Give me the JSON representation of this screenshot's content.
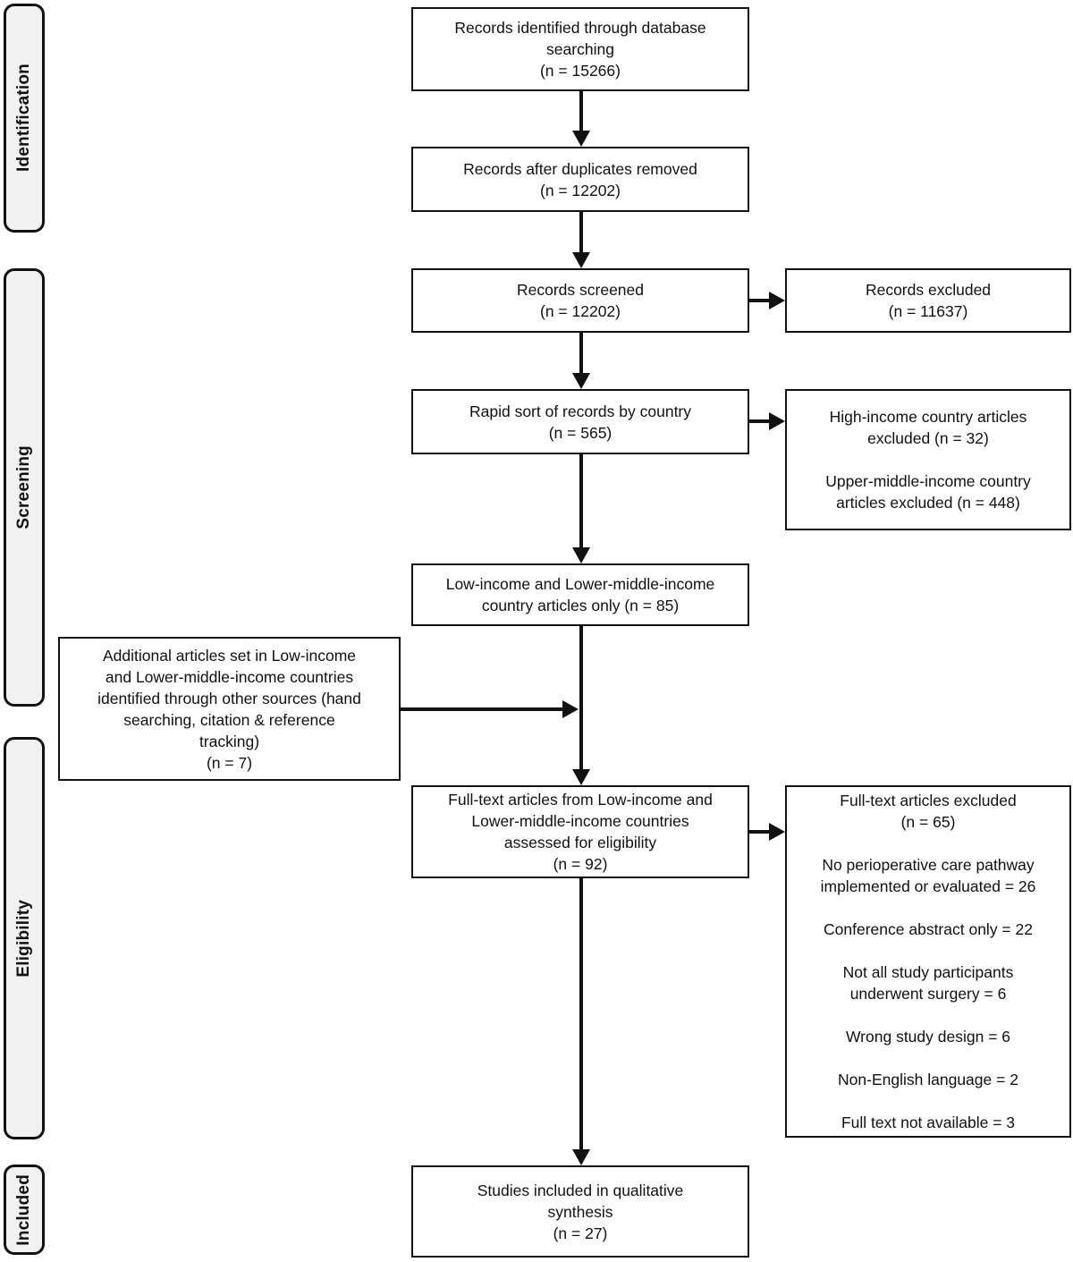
{
  "stages": {
    "identification": "Identification",
    "screening": "Screening",
    "eligibility": "Eligibility",
    "included": "Included"
  },
  "boxes": {
    "identified": [
      "Records identified through database",
      "searching",
      "(n = 15266)"
    ],
    "duplicates_removed": [
      "Records after duplicates removed",
      "(n = 12202)"
    ],
    "screened": [
      "Records screened",
      "(n = 12202)"
    ],
    "records_excluded": [
      "Records excluded",
      "(n = 11637)"
    ],
    "rapid_sort": [
      "Rapid sort of records by country",
      "(n = 565)"
    ],
    "country_excluded": [
      "High-income country articles",
      "excluded (n = 32)",
      "",
      "Upper-middle-income country",
      "articles excluded (n = 448)"
    ],
    "low_income_only": [
      "Low-income and Lower-middle-income",
      "country articles only (n = 85)"
    ],
    "additional_sources": [
      "Additional articles set in Low-income",
      "and Lower-middle-income countries",
      "identified through other sources (hand",
      "searching, citation & reference",
      "tracking)",
      "(n = 7)"
    ],
    "fulltext_assessed": [
      "Full-text articles from Low-income and",
      "Lower-middle-income countries",
      "assessed for eligibility",
      "(n = 92)"
    ],
    "fulltext_excluded": [
      "Full-text articles excluded",
      "(n = 65)",
      "",
      "No perioperative care pathway",
      "implemented or evaluated = 26",
      "",
      "Conference abstract only = 22",
      "",
      "Not all study participants",
      "underwent surgery = 6",
      "",
      "Wrong study design = 6",
      "",
      "Non-English language = 2",
      "",
      "Full text not available = 3"
    ],
    "included_synthesis": [
      "Studies included in qualitative",
      "synthesis",
      "(n = 27)"
    ]
  },
  "colors": {
    "box_border": "#111111",
    "box_fill": "#ffffff",
    "stage_fill": "#f1f1f1",
    "arrow": "#111111"
  }
}
